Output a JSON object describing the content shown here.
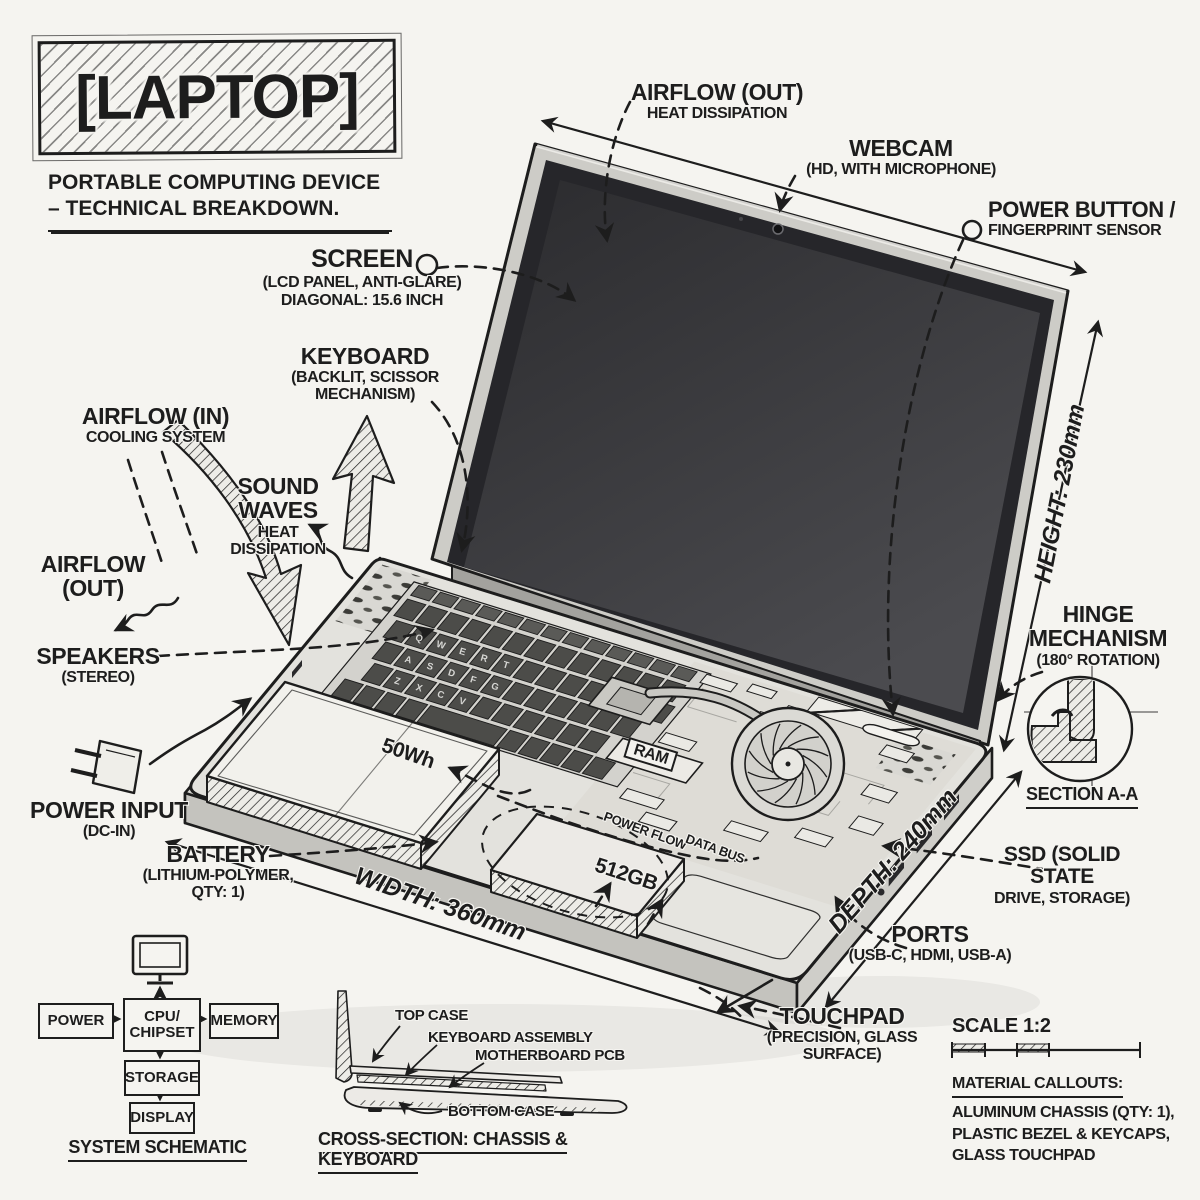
{
  "title": {
    "boxed": "[LAPTOP]",
    "subtitle1": "PORTABLE COMPUTING DEVICE",
    "subtitle2": "– TECHNICAL BREAKDOWN."
  },
  "callouts": {
    "airflow_out_top": {
      "title": "AIRFLOW (OUT)",
      "sub": "HEAT DISSIPATION"
    },
    "webcam": {
      "title": "WEBCAM",
      "sub": "(HD, WITH MICROPHONE)"
    },
    "power_button": {
      "title": "POWER BUTTON /",
      "sub": "FINGERPRINT SENSOR"
    },
    "screen": {
      "title": "SCREEN",
      "sub": "(LCD PANEL, ANTI-GLARE)",
      "sub2": "DIAGONAL: 15.6 INCH"
    },
    "keyboard": {
      "title": "KEYBOARD",
      "sub": "(BACKLIT, SCISSOR MECHANISM)"
    },
    "airflow_in": {
      "title": "AIRFLOW (IN)",
      "sub": "COOLING SYSTEM"
    },
    "sound_waves": {
      "title": "SOUND WAVES",
      "sub": "HEAT DISSIPATION"
    },
    "airflow_out_left": {
      "title": "AIRFLOW (OUT)"
    },
    "speakers": {
      "title": "SPEAKERS",
      "sub": "(STEREO)"
    },
    "power_input": {
      "title": "POWER INPUT",
      "sub": "(DC-IN)"
    },
    "battery": {
      "title": "BATTERY",
      "sub": "(LITHIUM-POLYMER, QTY: 1)"
    },
    "hinge": {
      "title": "HINGE MECHANISM",
      "sub": "(180° ROTATION)"
    },
    "section_aa": {
      "title": "SECTION A-A"
    },
    "ssd": {
      "title": "SSD (SOLID STATE",
      "title2": "DRIVE, STORAGE)"
    },
    "ports": {
      "title": "PORTS",
      "sub": "(USB-C, HDMI, USB-A)"
    },
    "touchpad": {
      "title": "TOUCHPAD",
      "sub": "(PRECISION, GLASS SURFACE)"
    }
  },
  "dimensions": {
    "width": "WIDTH: 360mm",
    "depth": "DEPTH: 240mm",
    "height": "HEIGHT: 230mm"
  },
  "internals": {
    "battery_capacity": "50Wh",
    "ram": "RAM",
    "ssd_capacity": "512GB",
    "power_flow": "POWER FLOW",
    "data_bus": "DATA BUS"
  },
  "keycaps": {
    "row1": [
      "Q",
      "W",
      "E",
      "R",
      "T"
    ],
    "row2": [
      "A",
      "S",
      "D",
      "F",
      "G"
    ],
    "row3": [
      "Z",
      "X",
      "C",
      "V"
    ]
  },
  "schematic": {
    "caption": "SYSTEM SCHEMATIC",
    "power": "POWER",
    "cpu1": "CPU/",
    "cpu2": "CHIPSET",
    "memory": "MEMORY",
    "storage": "STORAGE",
    "display": "DISPLAY"
  },
  "cross_section": {
    "caption": "CROSS-SECTION: CHASSIS & KEYBOARD",
    "top_case": "TOP CASE",
    "keyboard_assembly": "KEYBOARD ASSEMBLY",
    "motherboard": "MOTHERBOARD PCB",
    "bottom_case": "BOTTOM CASE"
  },
  "scale_note": {
    "title": "SCALE 1:2"
  },
  "materials": {
    "heading": "MATERIAL CALLOUTS:",
    "items": [
      "ALUMINUM CHASSIS (QTY: 1),",
      "PLASTIC BEZEL & KEYCAPS,",
      "GLASS TOUCHPAD"
    ]
  },
  "colors": {
    "paper": "#f5f4f0",
    "ink": "#1d1d1d",
    "screen": "#38383c",
    "chassis": "#e2e1dc"
  }
}
